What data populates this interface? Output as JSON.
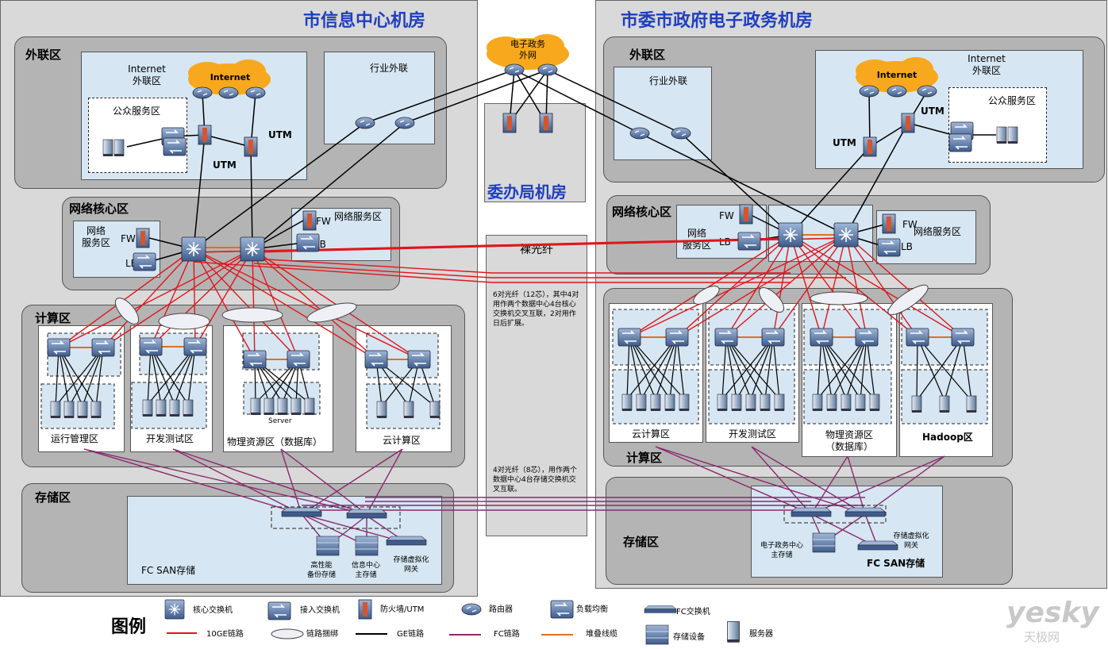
{
  "left_site": {
    "title": "市信息中心机房",
    "outer_zone": {
      "title": "外联区",
      "internet_box_label": "Internet\n外联区",
      "internet_cloud": "Internet",
      "public_service": "公众服务区",
      "industry": "行业外联",
      "utm_right": "UTM",
      "utm_bottom": "UTM"
    },
    "core_zone": {
      "title": "网络核心区",
      "service_left": "网络\n服务区",
      "service_right": "网络服务区",
      "fw": "FW",
      "lb": "LB"
    },
    "compute_zone": {
      "title": "计算区",
      "server": "Server",
      "areas": [
        "运行管理区",
        "开发测试区",
        "物理资源区（数据库）",
        "云计算区"
      ]
    },
    "storage_zone": {
      "title": "存储区",
      "fc_san": "FC SAN存储",
      "backup": "高性能\n备份存储",
      "main": "信息中心\n主存储",
      "gateway": "存储虚拟化\n网关"
    }
  },
  "middle": {
    "egov_cloud": "电子政务\n外网",
    "office_title": "委办局机房",
    "fiber_title": "裸光纤",
    "fiber_note_1": "6对光纤（12芯），其中4对用作两个数据中心4台核心交换机交叉互联，2对用作日后扩展。",
    "fiber_note_2": "4对光纤（8芯），用作两个数据中心4台存储交换机交叉互联。"
  },
  "right_site": {
    "title": "市委市政府电子政务机房",
    "outer_zone": {
      "title": "外联区",
      "industry": "行业外联",
      "internet_box_label": "Internet\n外联区",
      "internet_cloud": "Internet",
      "public_service": "公众服务区",
      "utm_top": "UTM",
      "utm_left": "UTM"
    },
    "core_zone": {
      "title": "网络核心区",
      "service_left": "网络\n服务区",
      "service_right": "网络服务区",
      "fw": "FW",
      "lb": "LB"
    },
    "compute_zone": {
      "title": "计算区",
      "areas": [
        "云计算区",
        "开发测试区",
        "物理资源区\n（数据库）",
        "Hadoop区"
      ]
    },
    "storage_zone": {
      "title": "存储区",
      "main": "电子政务中心\n主存储",
      "gateway": "存储虚拟化\n网关",
      "fc_san": "FC SAN存储"
    }
  },
  "legend": {
    "title": "图例",
    "items": [
      {
        "icon": "core-switch-icon",
        "label": "核心交换机"
      },
      {
        "icon": "access-switch-icon",
        "label": "接入交换机"
      },
      {
        "icon": "firewall-icon",
        "label": "防火墙/UTM"
      },
      {
        "icon": "router-icon",
        "label": "路由器"
      },
      {
        "icon": "load-balancer-icon",
        "label": "负载均衡"
      },
      {
        "icon": "fc-switch-icon",
        "label": "FC交换机"
      },
      {
        "icon": "red-line-icon",
        "label": "10GE链路"
      },
      {
        "icon": "ellipse-icon",
        "label": "链路捆绑"
      },
      {
        "icon": "black-line-icon",
        "label": "GE链路"
      },
      {
        "icon": "purple-line-icon",
        "label": "FC链路"
      },
      {
        "icon": "orange-line-icon",
        "label": "堆叠线缆"
      },
      {
        "icon": "storage-icon",
        "label": "存储设备"
      },
      {
        "icon": "server-icon",
        "label": "服务器"
      }
    ]
  },
  "watermark": {
    "main": "yesky",
    "sub": "天极网"
  },
  "colors": {
    "tenge": "#e0161b",
    "ge": "#000000",
    "fc": "#8b2a6e",
    "stack": "#e07020",
    "title_blue": "#1f3fbf"
  }
}
